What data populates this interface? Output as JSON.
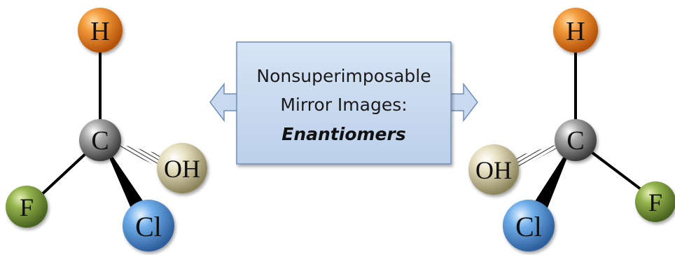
{
  "banner": {
    "line1": "Nonsuperimposable",
    "line2": "Mirror Images:",
    "line3": "Enantiomers"
  },
  "left_molecule": {
    "atoms": {
      "H": "H",
      "C": "C",
      "OH": "OH",
      "F": "F",
      "Cl": "Cl"
    }
  },
  "right_molecule": {
    "atoms": {
      "H": "H",
      "C": "C",
      "OH": "OH",
      "F": "F",
      "Cl": "Cl"
    }
  },
  "colors": {
    "H": "#e8781a",
    "C": "#8a8a8a",
    "OH": "#d8d0a8",
    "F": "#7a9a3a",
    "Cl": "#5b9bd8",
    "banner_fill": "#c9daf0",
    "banner_border": "#6f8fb8",
    "arrow_fill": "#c9daf0"
  }
}
